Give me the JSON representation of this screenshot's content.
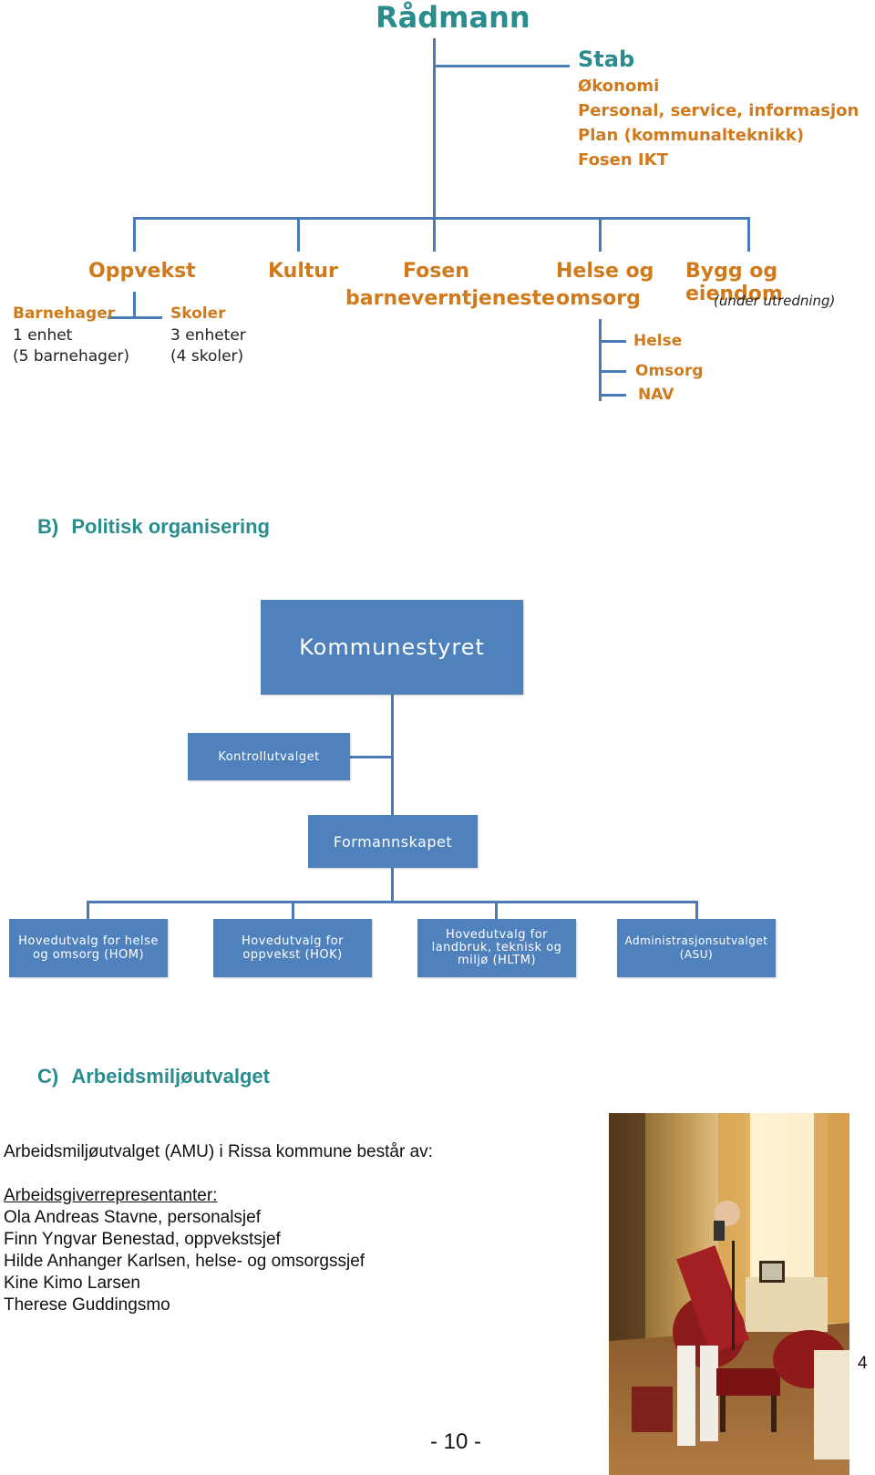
{
  "admin_chart": {
    "top": "Rådmann",
    "stab": {
      "title": "Stab",
      "items": [
        "Økonomi",
        "Personal, service, informasjon",
        "Plan (kommunalteknikk)",
        "Fosen IKT"
      ]
    },
    "oppvekst": {
      "title": "Oppvekst",
      "barnehager": {
        "title": "Barnehager",
        "line1": "1 enhet",
        "line2": "(5 barnehager)"
      },
      "skoler": {
        "title": "Skoler",
        "line1": "3 enheter",
        "line2": "(4 skoler)"
      }
    },
    "kultur": "Kultur",
    "fosen": {
      "line1": "Fosen",
      "line2": "barneverntjeneste"
    },
    "helse": {
      "line1": "Helse og",
      "line2": "omsorg",
      "sub": [
        "Helse",
        "Omsorg",
        "NAV"
      ]
    },
    "bygg": {
      "title": "Bygg og eiendom",
      "note": "(under utredning)"
    }
  },
  "section_b": {
    "label": "B)",
    "title": "Politisk organisering"
  },
  "political_chart": {
    "top": "Kommunestyret",
    "kontroll": "Kontrollutvalget",
    "formann": "Formannskapet",
    "committees": [
      "Hovedutvalg for helse og omsorg (HOM)",
      "Hovedutvalg for oppvekst (HOK)",
      "Hovedutvalg for landbruk, teknisk og miljø (HLTM)",
      "Administrasjonsutvalget (ASU)"
    ]
  },
  "section_c": {
    "label": "C)",
    "title": "Arbeidsmiljøutvalget"
  },
  "amu": {
    "intro": "Arbeidsmiljøutvalget (AMU) i Rissa kommune består av:",
    "heading": "Arbeidsgiverrepresentanter:",
    "members": [
      "Ola Andreas Stavne, personalsjef",
      "Finn Yngvar Benestad, oppvekstsjef",
      "Hilde Anhanger Karlsen, helse- og omsorgssjef",
      "Kine Kimo Larsen",
      "Therese Guddingsmo"
    ]
  },
  "side_number": "4",
  "page_number": "- 10 -"
}
